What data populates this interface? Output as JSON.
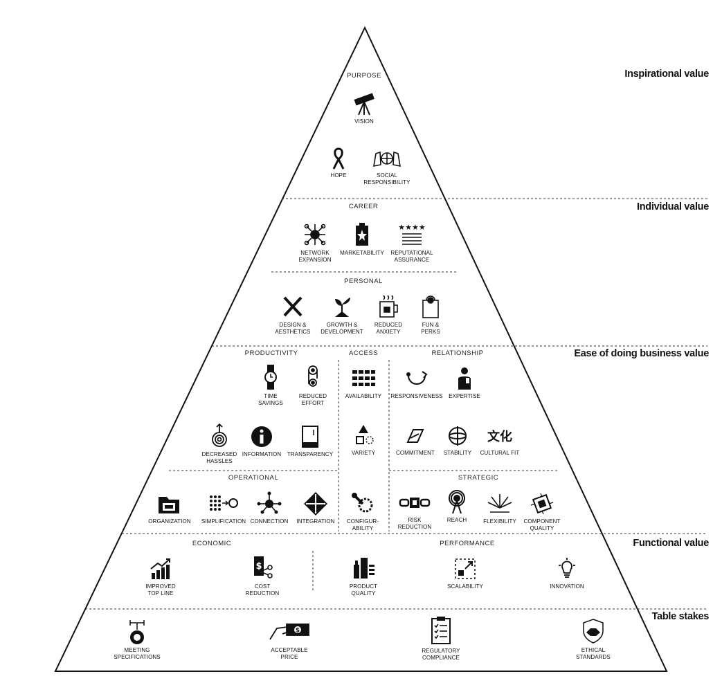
{
  "tiers": {
    "inspirational": "Inspirational value",
    "individual": "Individual value",
    "ease": "Ease of doing business value",
    "functional": "Functional value",
    "table": "Table stakes"
  },
  "sections": {
    "purpose": "PURPOSE",
    "career": "CAREER",
    "personal": "PERSONAL",
    "productivity": "PRODUCTIVITY",
    "access": "ACCESS",
    "relationship": "RELATIONSHIP",
    "operational": "OPERATIONAL",
    "strategic": "STRATEGIC",
    "economic": "ECONOMIC",
    "performance": "PERFORMANCE"
  },
  "items": {
    "vision": "VISION",
    "hope": "HOPE",
    "social_responsibility": "SOCIAL\nRESPONSIBILITY",
    "network_expansion": "NETWORK\nEXPANSION",
    "marketability": "MARKETABILITY",
    "reputational_assurance": "REPUTATIONAL\nASSURANCE",
    "design_aesthetics": "DESIGN &\nAESTHETICS",
    "growth_development": "GROWTH &\nDEVELOPMENT",
    "reduced_anxiety": "REDUCED\nANXIETY",
    "fun_perks": "FUN &\nPERKS",
    "time_savings": "TIME\nSAVINGS",
    "reduced_effort": "REDUCED\nEFFORT",
    "availability": "AVAILABILITY",
    "responsiveness": "RESPONSIVENESS",
    "expertise": "EXPERTISE",
    "decreased_hassles": "DECREASED\nHASSLES",
    "information": "INFORMATION",
    "transparency": "TRANSPARENCY",
    "variety": "VARIETY",
    "commitment": "COMMITMENT",
    "stability": "STABILITY",
    "cultural_fit": "CULTURAL FIT",
    "organization": "ORGANIZATION",
    "simplification": "SIMPLIFICATION",
    "connection": "CONNECTION",
    "integration": "INTEGRATION",
    "configurability": "CONFIGUR-\nABILITY",
    "risk_reduction": "RISK\nREDUCTION",
    "reach": "REACH",
    "flexibility": "FLEXIBILITY",
    "component_quality": "COMPONENT\nQUALITY",
    "improved_top_line": "IMPROVED\nTOP LINE",
    "cost_reduction": "COST\nREDUCTION",
    "product_quality": "PRODUCT\nQUALITY",
    "scalability": "SCALABILITY",
    "innovation": "INNOVATION",
    "meeting_specifications": "MEETING\nSPECIFICATIONS",
    "acceptable_price": "ACCEPTABLE\nPRICE",
    "regulatory_compliance": "REGULATORY\nCOMPLIANCE",
    "ethical_standards": "ETHICAL\nSTANDARDS"
  },
  "icons": {
    "vision": "telescope-icon",
    "hope": "ribbon-icon",
    "social_responsibility": "hands-globe-icon",
    "network_expansion": "network-icon",
    "marketability": "battery-icon",
    "reputational_assurance": "stars-list-icon",
    "design_aesthetics": "pencil-ruler-icon",
    "growth_development": "sprout-icon",
    "reduced_anxiety": "tea-cup-icon",
    "fun_perks": "gift-bag-icon",
    "time_savings": "watch-icon",
    "reduced_effort": "pulley-icon",
    "availability": "grid-icon",
    "responsiveness": "cycle-arrow-icon",
    "expertise": "expert-person-icon",
    "decreased_hassles": "spiral-icon",
    "information": "info-icon",
    "transparency": "glass-panel-icon",
    "variety": "shapes-icon",
    "commitment": "handshake-icon",
    "stability": "gyroscope-icon",
    "cultural_fit": "culture-characters-icon",
    "organization": "folder-icon",
    "simplification": "dots-to-circle-icon",
    "connection": "hub-icon",
    "integration": "puzzle-icon",
    "configurability": "wrench-gear-icon",
    "risk_reduction": "chain-lock-icon",
    "reach": "antenna-icon",
    "flexibility": "flex-burst-icon",
    "component_quality": "chip-icon",
    "improved_top_line": "rising-bars-icon",
    "cost_reduction": "price-tag-scissors-icon",
    "product_quality": "bottles-icon",
    "scalability": "scale-arrow-icon",
    "innovation": "lightbulb-icon",
    "meeting_specifications": "caliper-icon",
    "acceptable_price": "hand-money-icon",
    "regulatory_compliance": "clipboard-icon",
    "ethical_standards": "handshake-shield-icon"
  }
}
